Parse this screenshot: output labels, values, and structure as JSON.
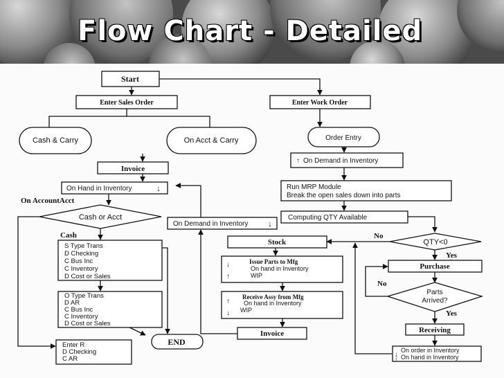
{
  "title": "Flow Chart - Detailed",
  "nodes": {
    "start": "Start",
    "enter_sales_order": "Enter Sales Order",
    "enter_work_order": "Enter Work Order",
    "cash_carry": "Cash & Carry",
    "on_acct_carry": "On Acct & Carry",
    "order_entry": "Order Entry",
    "invoice_top": "Invoice",
    "on_demand_inv_1": "On Demand in Inventory",
    "on_hand_inv": "On Hand in Inventory",
    "run_mrp_1": "Run MRP Module",
    "run_mrp_2": "Break the open sales down into parts",
    "on_account_acct": "On AccountAcct",
    "computing_qty": "Computing QTY Available",
    "cash_or_acct": "Cash or Acct",
    "on_demand_inv_2": "On Demand in Inventory",
    "cash_label": "Cash",
    "stock": "Stock",
    "no_1": "No",
    "qty_lt_0": "QTY<0",
    "yes_1": "Yes",
    "purchase": "Purchase",
    "no_2": "No",
    "parts_arrived_1": "Parts",
    "parts_arrived_2": "Arrived?",
    "yes_2": "Yes",
    "receiving": "Receiving",
    "invoice_bottom": "Invoice",
    "end": "END"
  },
  "lists": {
    "cash_entry": [
      "S Type Trans",
      "D Checking",
      "C Bus Inc",
      "C Inventory",
      "D Cost or Sales"
    ],
    "acct_entry": [
      "O Type Trans",
      "D AR",
      "C Bus Inc",
      "C Inventory",
      "D Cost or Sales"
    ],
    "enter_r": [
      "Enter R",
      "D Checking",
      "C AR"
    ],
    "issue_parts": [
      "Issue Parts to Mfg",
      "On hand in Inventory",
      "WIP"
    ],
    "receive_assy": [
      "Receive Assy from Mfg",
      "On hand in Inventory",
      "WIP"
    ],
    "receiving_entry": [
      "On order in Inventory",
      "On hand in Inventory"
    ]
  }
}
